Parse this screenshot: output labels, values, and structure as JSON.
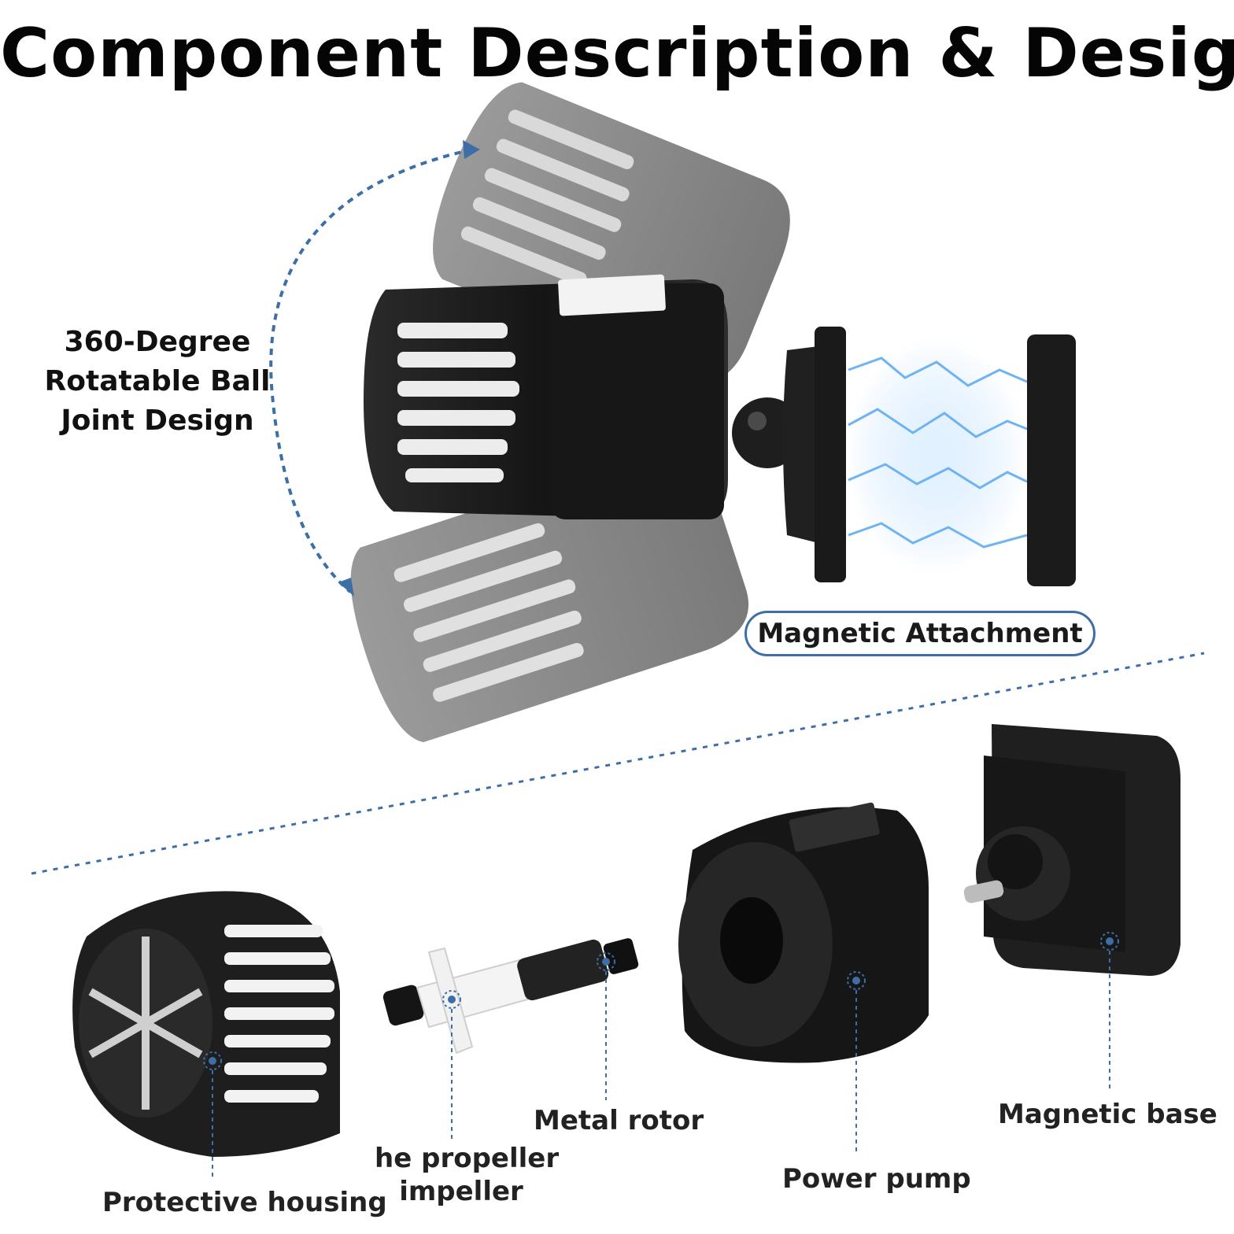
{
  "title": "Component Description & Design",
  "rotation": {
    "lines": [
      "360-Degree",
      "Rotatable Ball",
      "Joint Design"
    ]
  },
  "magnetic_attachment": "Magnetic Attachment",
  "components": {
    "protective_housing": "Protective housing",
    "propeller_line1": "he propeller",
    "propeller_line2": "impeller",
    "metal_rotor": "Metal rotor",
    "power_pump": "Power pump",
    "magnetic_base": "Magnetic base"
  },
  "colors": {
    "accent": "#3d6fa6",
    "product": "#1b1b1b",
    "ghost": "#8a8a8a"
  }
}
